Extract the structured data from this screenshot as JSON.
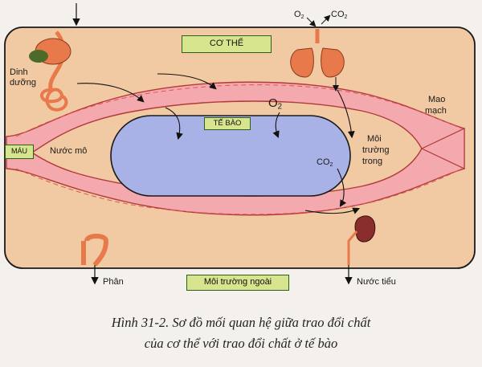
{
  "labels": {
    "body": "CƠ THỂ",
    "cell": "TẾ BÀO",
    "blood": "MÁU",
    "tissue_fluid": "Nước mô",
    "nutrition_line1": "Dinh",
    "nutrition_line2": "dưỡng",
    "capillary_line1": "Mao",
    "capillary_line2": "mạch",
    "internal_env_line1": "Môi",
    "internal_env_line2": "trường",
    "internal_env_line3": "trong",
    "external_env": "Môi trường ngoài",
    "feces": "Phân",
    "urine": "Nước tiểu"
  },
  "chemicals": {
    "o2": "O",
    "o2_sub": "2",
    "co2": "CO",
    "co2_sub": "2"
  },
  "caption": {
    "line1": "Hình 31-2. Sơ đồ mối quan hệ giữa trao đổi chất",
    "line2": "của cơ thể với trao đổi chất ở tế bào"
  },
  "colors": {
    "outer_body": "#f1c9a2",
    "capillary": "#f3a9ad",
    "capillary_line": "#d95a5a",
    "cell": "#a8b2e6",
    "label_box": "#d7e58e",
    "organ": "#e8794a"
  }
}
